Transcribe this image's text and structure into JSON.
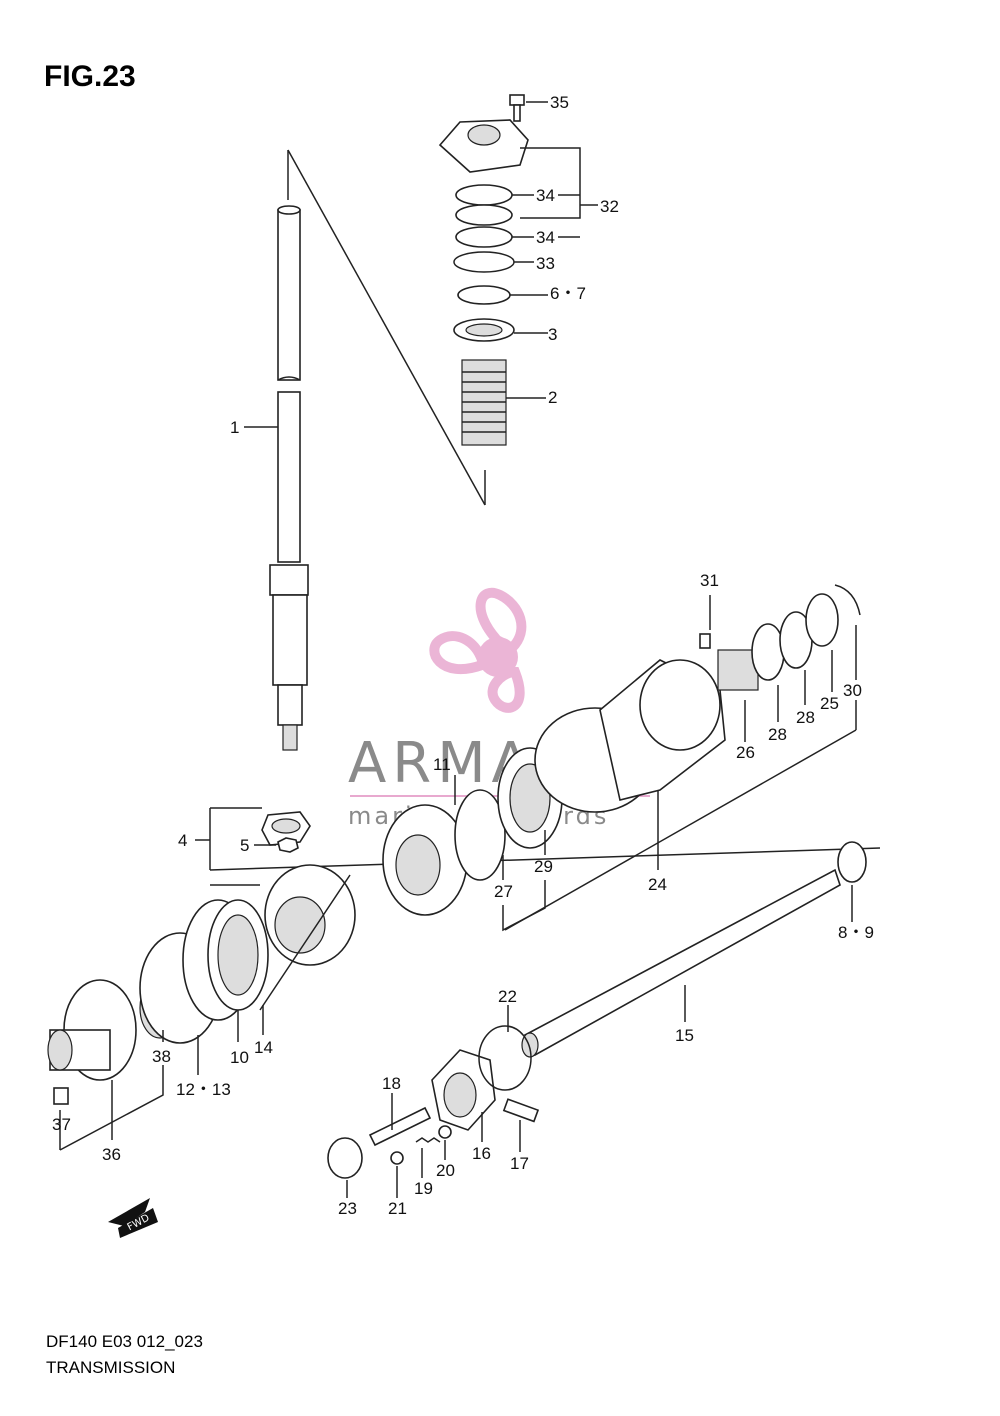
{
  "figure": {
    "title": "FIG.23",
    "footer_code": "DF140 E03 012_023",
    "footer_name": "TRANSMISSION"
  },
  "watermark": {
    "brand": "ARMADA",
    "tagline": "marine outboards",
    "brand_color": "#9a9a9a",
    "logo_color": "#e8a9cf"
  },
  "badge": {
    "label": "FWD"
  },
  "callouts": {
    "c1": "1",
    "c2": "2",
    "c3": "3",
    "c4": "4",
    "c5": "5",
    "c67": "6・7",
    "c89": "8・9",
    "c10": "10",
    "c11": "11",
    "c1213": "12・13",
    "c14": "14",
    "c15": "15",
    "c16": "16",
    "c17": "17",
    "c18": "18",
    "c19": "19",
    "c20": "20",
    "c21": "21",
    "c22": "22",
    "c23": "23",
    "c24": "24",
    "c25": "25",
    "c26": "26",
    "c27": "27",
    "c28a": "28",
    "c28b": "28",
    "c29": "29",
    "c30": "30",
    "c31": "31",
    "c32": "32",
    "c33": "33",
    "c34a": "34",
    "c34b": "34",
    "c35": "35",
    "c36": "36",
    "c37": "37",
    "c38": "38"
  }
}
